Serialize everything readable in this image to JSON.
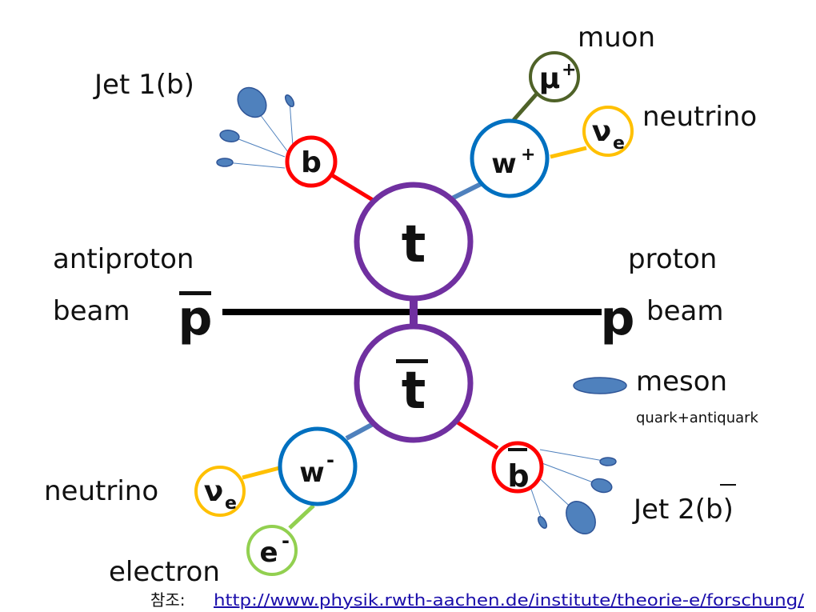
{
  "labels": {
    "muon": "muon",
    "neutrino_top": "neutrino",
    "jet1": "Jet 1(b)",
    "antiproton": "antiproton",
    "antiproton_beam": "beam",
    "proton": "proton",
    "proton_beam": "beam",
    "meson": "meson",
    "meson_sub": "quark+antiquark",
    "neutrino_bottom": "neutrino",
    "jet2_prefix": "Jet 2(",
    "jet2_b": "b",
    "jet2_suffix": ")",
    "electron": "electron"
  },
  "particles": {
    "t": "t",
    "tbar": "t",
    "b": "b",
    "bbar": "b",
    "w_plus": "w",
    "w_plus_sup": "+",
    "w_minus": "w",
    "w_minus_sup": "-",
    "mu": "μ",
    "mu_sup": "+",
    "nu_top": "ν",
    "nu_top_sub": "e",
    "nu_bottom": "ν",
    "nu_bottom_sub": "e",
    "e": "e",
    "e_sup": "-",
    "pbar": "p",
    "p": "p"
  },
  "reference": {
    "prefix": "참조:",
    "url": "http://www.physik.rwth-aachen.de/institute/theorie-e/forschung/"
  },
  "colors": {
    "top": "#7030a0",
    "bottom_quark": "#ff0000",
    "w_boson": "#0070c0",
    "muon": "#4f6228",
    "neutrino": "#ffc000",
    "electron": "#92d050",
    "meson": "#4f81bd",
    "beam": "#000000"
  }
}
